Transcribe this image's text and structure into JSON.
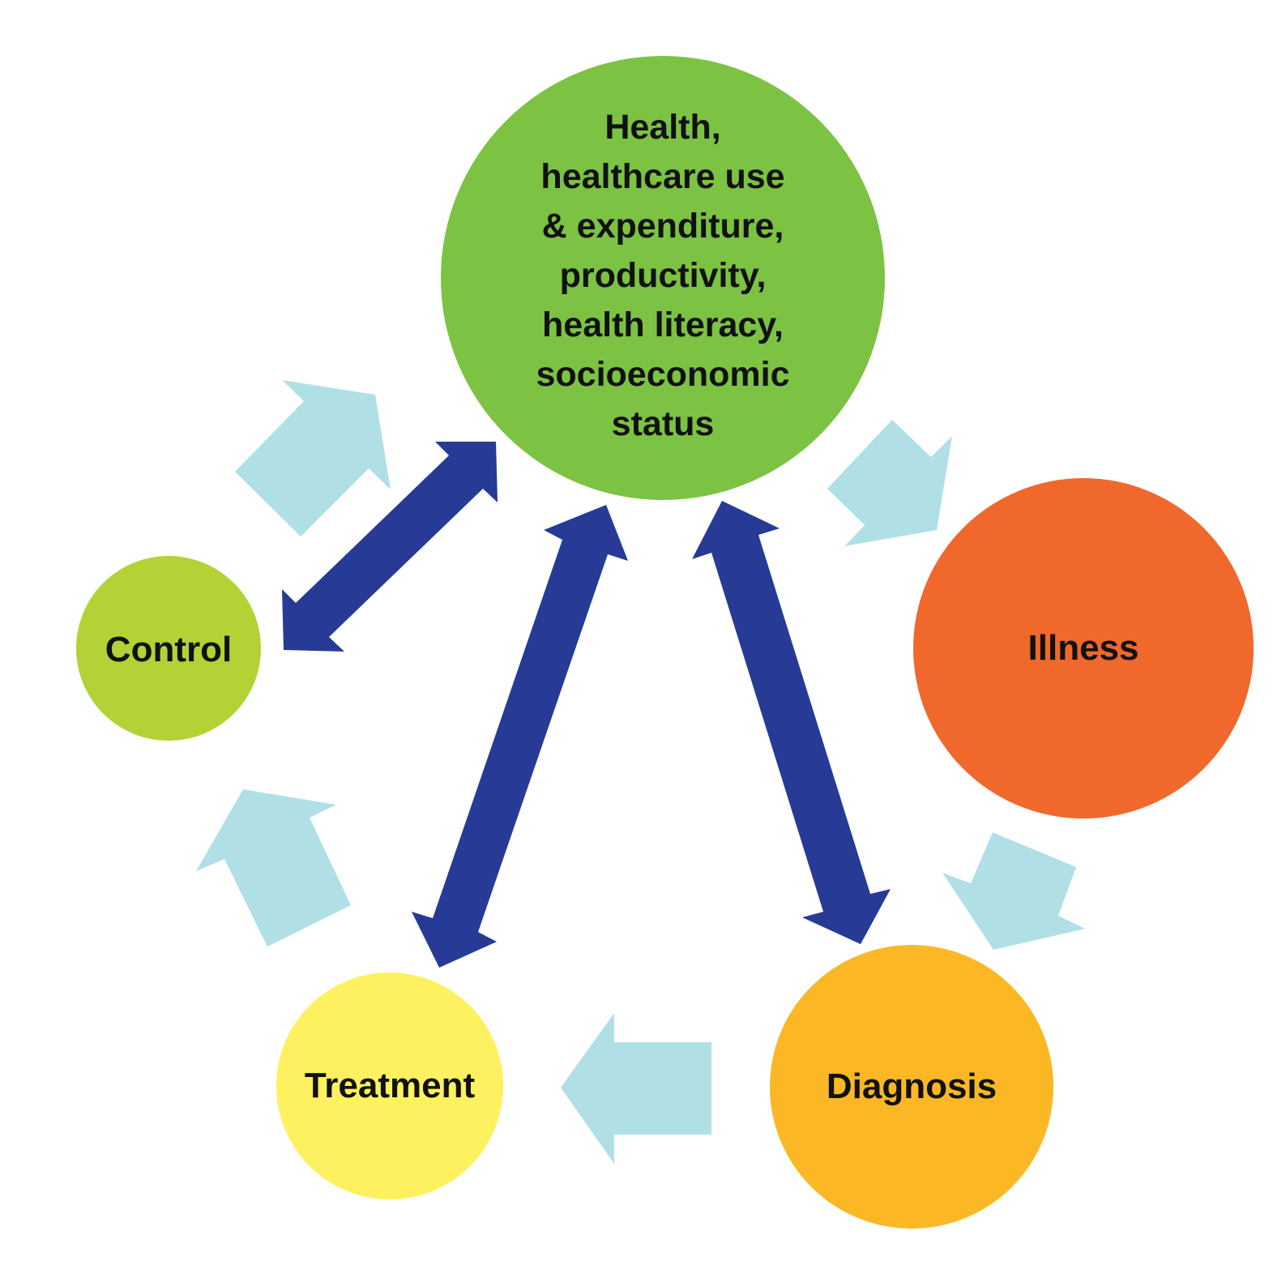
{
  "center": {
    "lines": [
      "Health,",
      "healthcare use",
      "& expenditure,",
      "productivity,",
      "health literacy,",
      "socioeconomic",
      "status"
    ],
    "color": "#7cc243"
  },
  "nodes": {
    "illness": {
      "label": "Illness",
      "color": "#f0682b"
    },
    "diagnosis": {
      "label": "Diagnosis",
      "color": "#fbb824"
    },
    "treatment": {
      "label": "Treatment",
      "color": "#fef15f"
    },
    "control": {
      "label": "Control",
      "color": "#b3d236"
    }
  },
  "colors": {
    "cycle_arrow": "#b0e0e6",
    "link_arrow": "#263a96",
    "text": "#111111",
    "background": "#ffffff"
  }
}
